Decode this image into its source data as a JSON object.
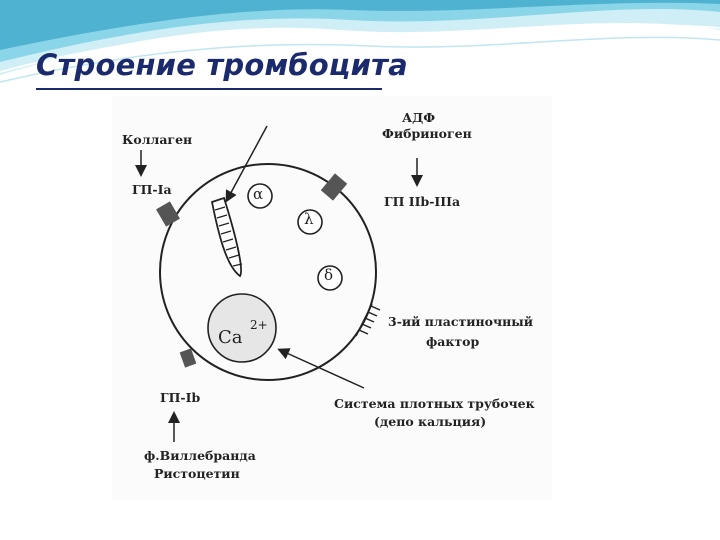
{
  "slide": {
    "title": "Строение тромбоцита",
    "colors": {
      "title": "#1a2a6c",
      "wave_light": "#cfeef6",
      "wave_mid": "#7fd0e6",
      "wave_dark": "#3ba6c8",
      "ink": "#222222"
    }
  },
  "diagram": {
    "labels": {
      "collagen": "Коллаген",
      "gp1a": "ГП-Ia",
      "adp": "АДФ",
      "fibrinogen": "Фибриноген",
      "gp2b3a": "ГП IIb-IIIa",
      "pf3_line1": "3-ий пластиночный",
      "pf3_line2": "фактор",
      "gp1b": "ГП-Ib",
      "dts_line1": "Система плотных трубочек",
      "dts_line2": "(депо кальция)",
      "vwf_line1": "ф.Виллебранда",
      "vwf_line2": "Ристоцетин",
      "granule_alpha": "α",
      "granule_lambda": "λ",
      "granule_delta": "δ",
      "ca": "Ca",
      "ca_charge": "2+"
    }
  }
}
